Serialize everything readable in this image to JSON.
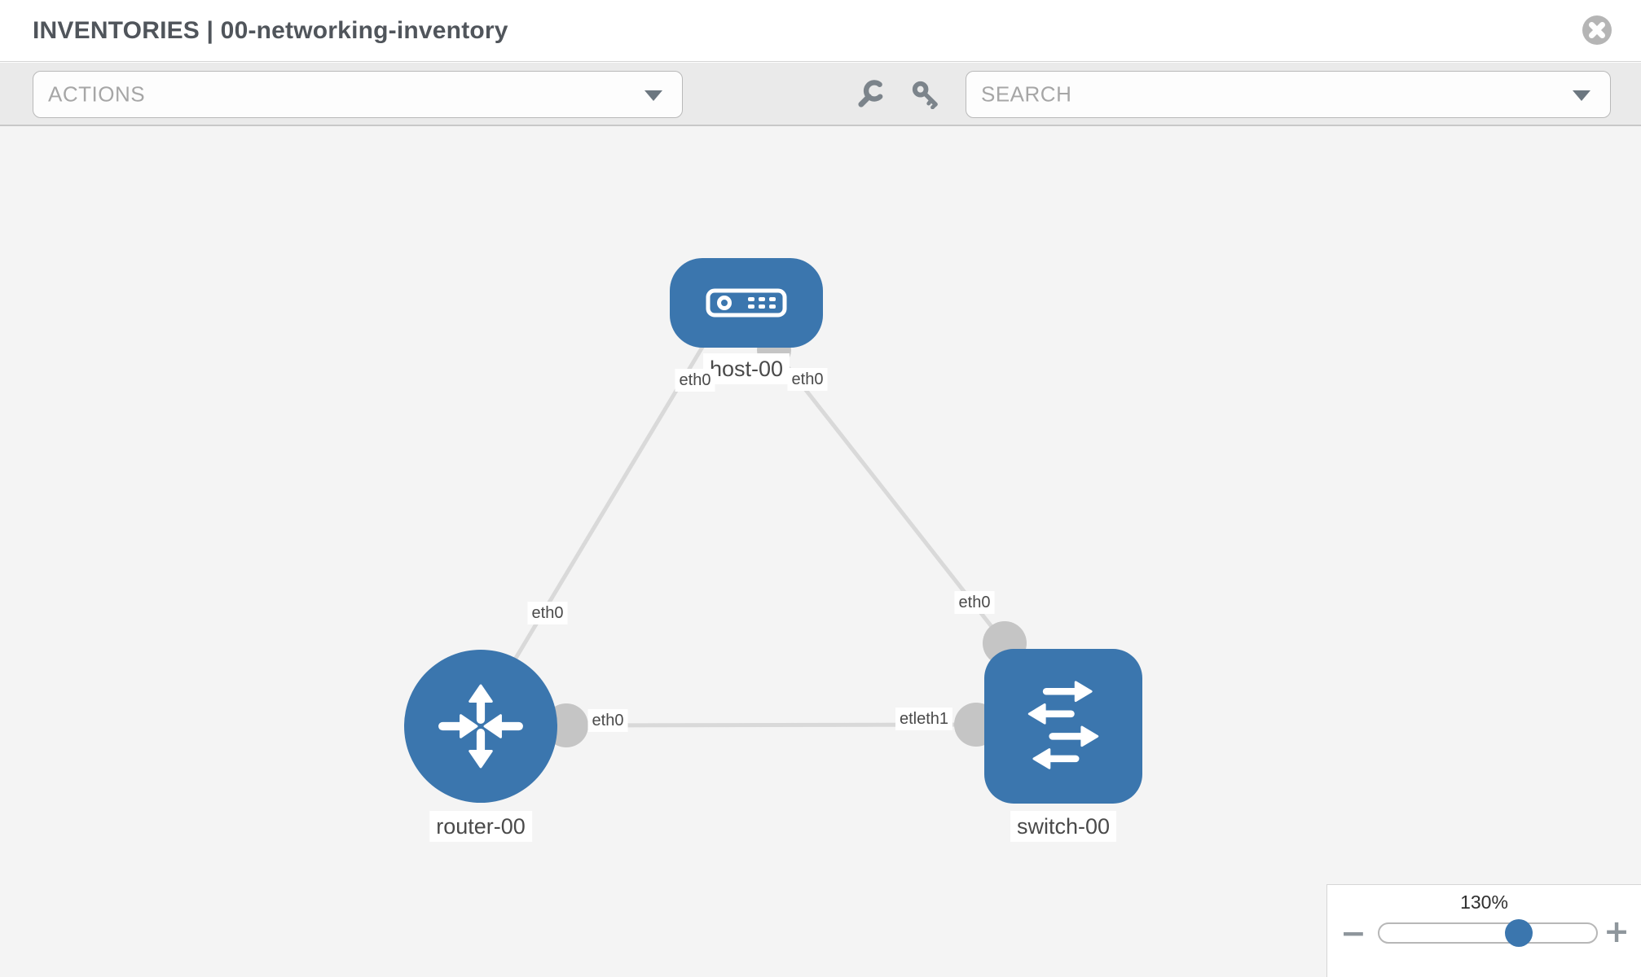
{
  "header": {
    "title": "INVENTORIES | 00-networking-inventory"
  },
  "toolbar": {
    "actions_placeholder": "ACTIONS",
    "search_placeholder": "SEARCH",
    "icons": [
      "wrench-icon",
      "key-icon"
    ]
  },
  "topology": {
    "nodes": [
      {
        "id": "host-00",
        "type": "host",
        "label": "host-00"
      },
      {
        "id": "router-00",
        "type": "router",
        "label": "router-00"
      },
      {
        "id": "switch-00",
        "type": "switch",
        "label": "switch-00"
      }
    ],
    "links": [
      {
        "from": "host-00",
        "to": "router-00"
      },
      {
        "from": "host-00",
        "to": "switch-00"
      },
      {
        "from": "router-00",
        "to": "switch-00"
      }
    ],
    "interface_labels": {
      "host_left": "eth0",
      "host_right": "eth0",
      "router_diag": "eth0",
      "switch_diag": "eth0",
      "router_link": "eth0",
      "switch_link": "etleth1"
    }
  },
  "zoom_panel": {
    "level": "130%",
    "minus": "−",
    "plus": "+"
  },
  "colors": {
    "node_blue": "#3b76ae",
    "link_gray": "#d9d9d9",
    "dot_gray": "#c5c5c5",
    "toolbar_bg": "#eaeaea",
    "canvas_bg": "#f4f4f4"
  }
}
